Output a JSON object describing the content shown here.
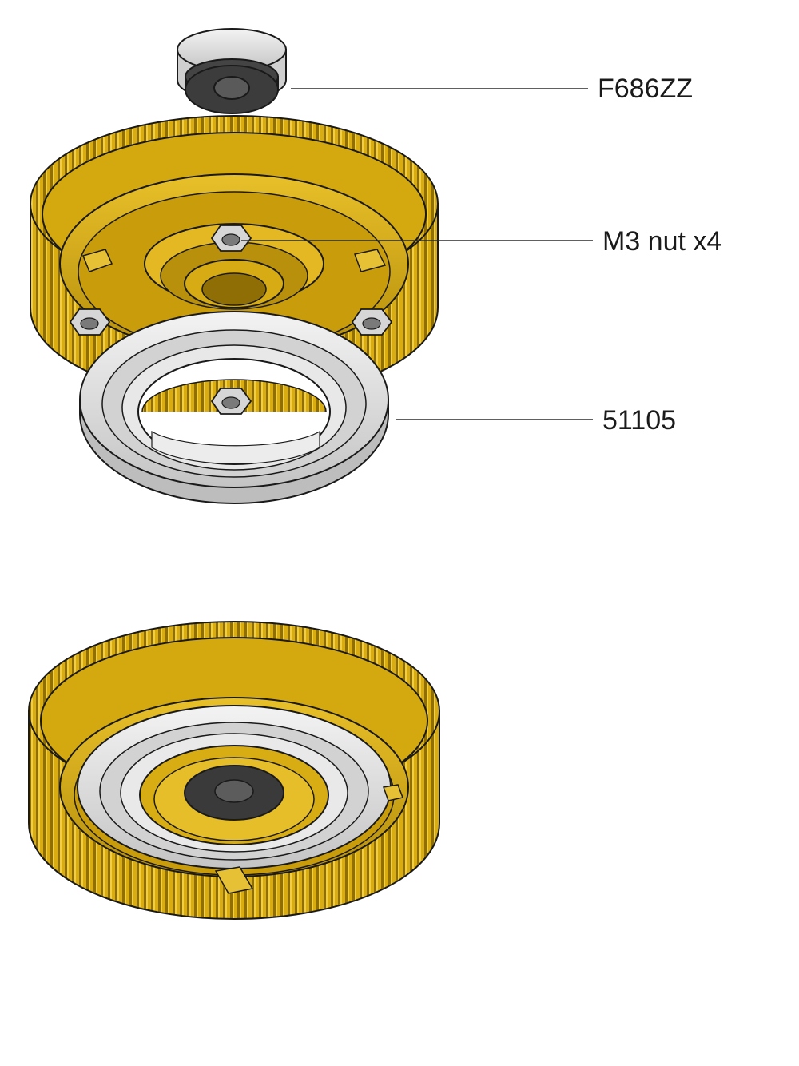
{
  "callouts": [
    {
      "id": "bearing-f686zz",
      "label": "F686ZZ"
    },
    {
      "id": "m3-nut",
      "label": "M3 nut x4"
    },
    {
      "id": "thrust-bearing-51105",
      "label": "51105"
    }
  ],
  "colors": {
    "gear_gold": "#d9ad12",
    "gear_gold_dark": "#a88206",
    "gear_gold_light": "#f0cc3a",
    "steel_light": "#e6e6e6",
    "steel_mid": "#bdbdbd",
    "rubber_seal": "#3a3a3a",
    "outline": "#1a1a1a"
  }
}
